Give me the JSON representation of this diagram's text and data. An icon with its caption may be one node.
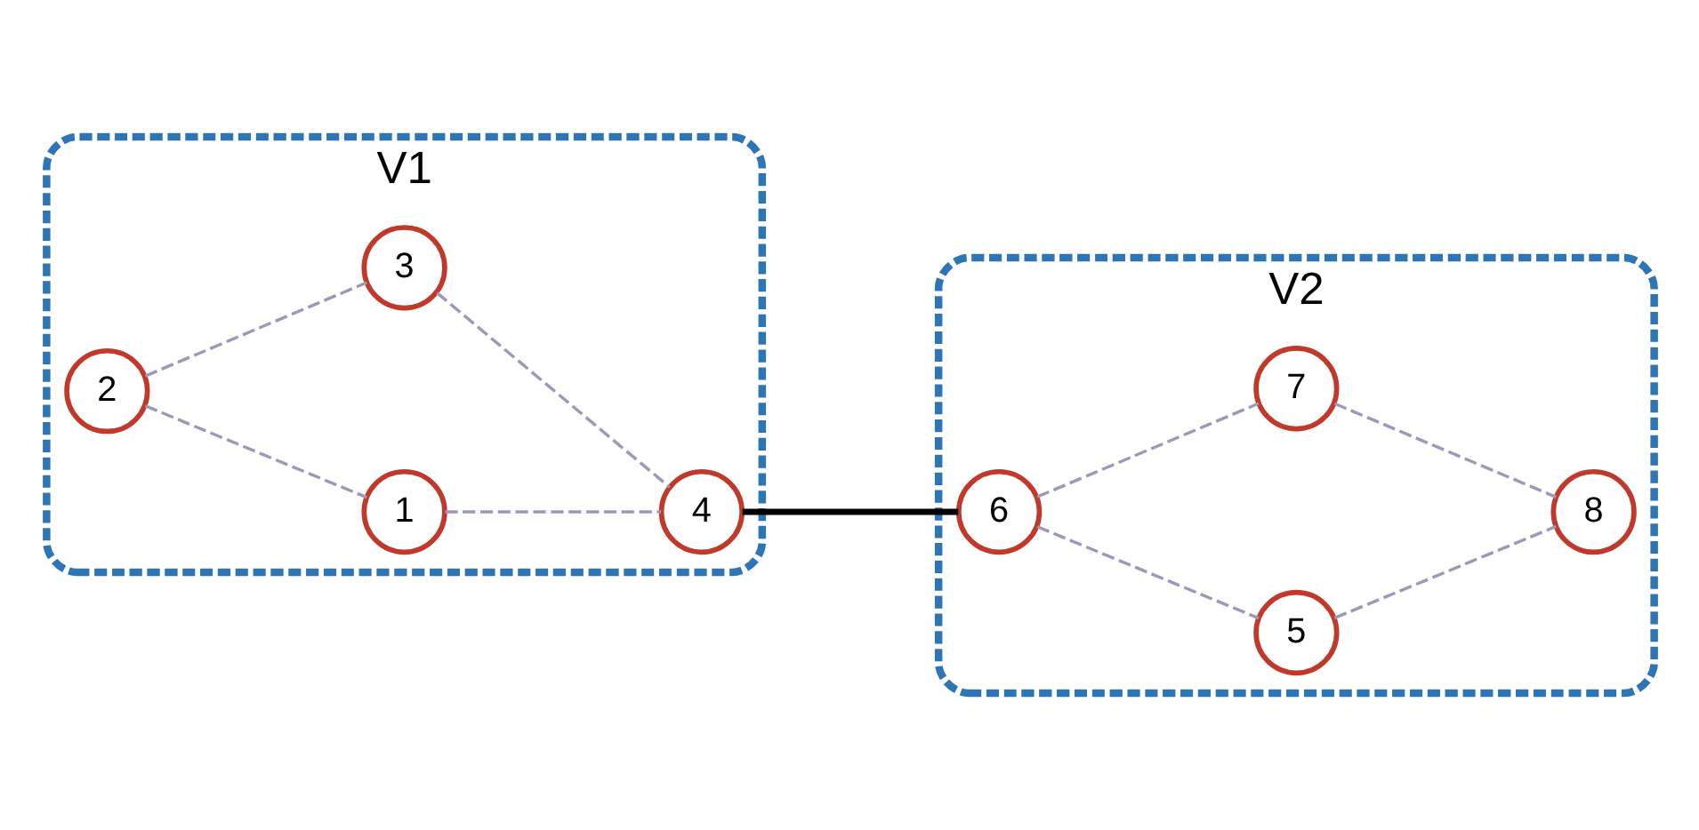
{
  "diagram": {
    "nodes": [
      {
        "text": [
          "V1"
        ]
      },
      {
        "text": [
          "1"
        ],
        "in": 0
      },
      {
        "text": [
          "2"
        ],
        "in": 0
      },
      {
        "text": [
          "3"
        ],
        "in": 0
      },
      {
        "text": [
          "4"
        ],
        "in": 0
      },
      {
        "text": [
          "V2"
        ]
      },
      {
        "text": [
          "5"
        ],
        "in": 5
      },
      {
        "text": [
          "6"
        ],
        "in": 5
      },
      {
        "text": [
          "7"
        ],
        "in": 5
      },
      {
        "text": [
          "8"
        ],
        "in": 5
      }
    ],
    "edges": [
      {
        "from": 1,
        "to": 2,
        "arrow": "none",
        "style": "dashed"
      },
      {
        "from": 1,
        "to": 4,
        "arrow": "none",
        "style": "dashed"
      },
      {
        "from": 2,
        "to": 3,
        "arrow": "none",
        "style": "dashed"
      },
      {
        "from": 3,
        "to": 4,
        "arrow": "none",
        "style": "dashed"
      },
      {
        "from": 4,
        "to": 7,
        "arrow": "none",
        "style": "thick",
        "color": "#000000"
      },
      {
        "from": 6,
        "to": 7,
        "arrow": "none",
        "style": "dashed"
      },
      {
        "from": 6,
        "to": 9,
        "arrow": "none",
        "style": "dashed"
      },
      {
        "from": 7,
        "to": 8,
        "arrow": "none",
        "style": "dashed"
      },
      {
        "from": 8,
        "to": 9,
        "arrow": "none",
        "style": "dashed"
      }
    ]
  }
}
